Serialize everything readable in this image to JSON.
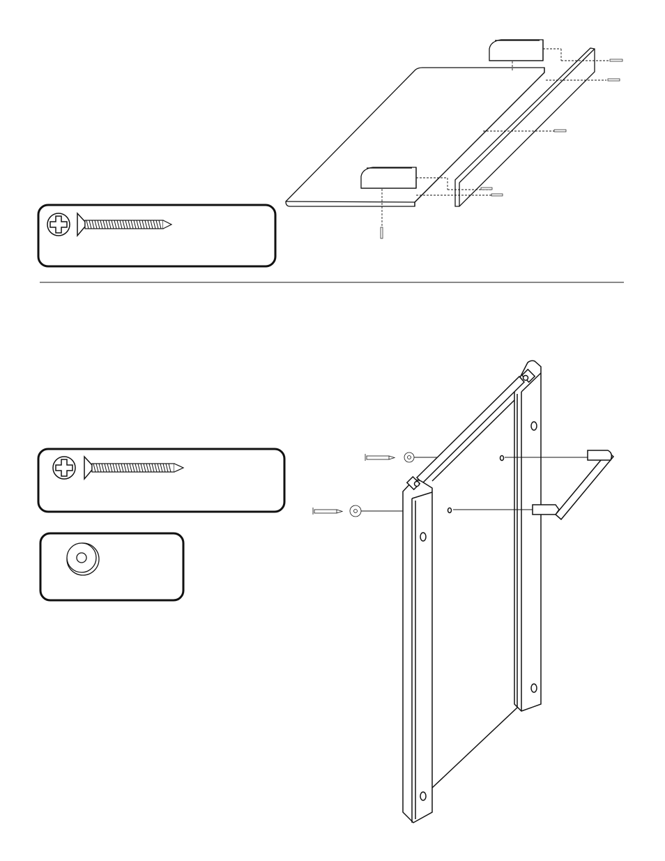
{
  "page": {
    "background": "#ffffff",
    "ink": "#111111"
  },
  "step_top": {
    "hardware_box": {
      "icons": [
        "phillips-head-icon",
        "flat-head-screw-icon"
      ]
    },
    "parts": [
      "panel",
      "edge-rail",
      "cleat-back",
      "cleat-front"
    ],
    "hardware_callouts": 7
  },
  "divider": {
    "visible": true
  },
  "step_bottom": {
    "hardware_box_screw": {
      "icons": [
        "phillips-head-icon",
        "flat-head-screw-icon"
      ]
    },
    "hardware_box_washer": {
      "icons": [
        "washer-icon"
      ]
    },
    "parts": [
      "frame-side-left",
      "frame-side-right",
      "cross-rod-top",
      "cross-rod-bottom",
      "panel"
    ],
    "hardware_callouts": 4
  }
}
